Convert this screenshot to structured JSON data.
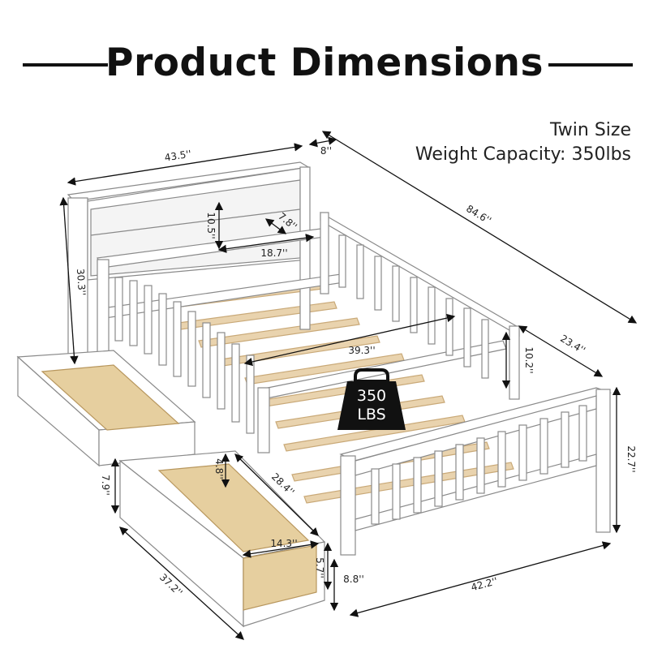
{
  "title": "Product Dimensions",
  "specs": {
    "size": "Twin Size",
    "weight_capacity": "Weight Capacity: 350lbs"
  },
  "badge": {
    "line1": "350",
    "line2": "LBS"
  },
  "dimensions": {
    "headboard_width": "43.5''",
    "headboard_depth": "8''",
    "overall_length": "84.6''",
    "headboard_height": "30.3''",
    "shelf_height": "10.5''",
    "shelf_depth": "7.8''",
    "shelf_width": "18.7''",
    "rail_length": "39.3''",
    "rail_width": "23.4''",
    "rail_height": "10.2''",
    "footboard_height": "22.7''",
    "footboard_width": "42.2''",
    "clearance": "8.8''",
    "drawer_height": "7.9''",
    "drawer_inner_height": "4.8''",
    "drawer_inner_length": "28.4''",
    "drawer_inner_width": "14.3''",
    "drawer_inner_depth": "5.7''",
    "drawer_length": "37.2''"
  },
  "colors": {
    "frame": "#ffffff",
    "outline": "#8a8a8a",
    "slat": "#e9d3ae",
    "wood": "#e6cf9f",
    "text": "#111111"
  }
}
